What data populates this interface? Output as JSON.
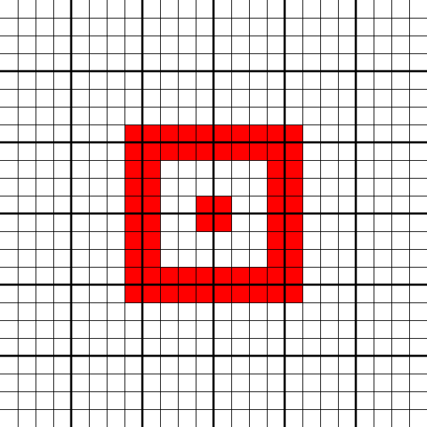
{
  "grid": {
    "cols": 24,
    "rows": 24,
    "major_every": 4,
    "background_color": "#ffffff",
    "line_color": "#000000"
  },
  "fill_color": "#ff0000",
  "filled_cells": [
    [
      7,
      7
    ],
    [
      8,
      7
    ],
    [
      9,
      7
    ],
    [
      10,
      7
    ],
    [
      11,
      7
    ],
    [
      12,
      7
    ],
    [
      13,
      7
    ],
    [
      14,
      7
    ],
    [
      15,
      7
    ],
    [
      16,
      7
    ],
    [
      7,
      8
    ],
    [
      8,
      8
    ],
    [
      9,
      8
    ],
    [
      10,
      8
    ],
    [
      11,
      8
    ],
    [
      12,
      8
    ],
    [
      13,
      8
    ],
    [
      14,
      8
    ],
    [
      15,
      8
    ],
    [
      16,
      8
    ],
    [
      7,
      9
    ],
    [
      8,
      9
    ],
    [
      15,
      9
    ],
    [
      16,
      9
    ],
    [
      7,
      10
    ],
    [
      8,
      10
    ],
    [
      15,
      10
    ],
    [
      16,
      10
    ],
    [
      7,
      11
    ],
    [
      8,
      11
    ],
    [
      11,
      11
    ],
    [
      12,
      11
    ],
    [
      15,
      11
    ],
    [
      16,
      11
    ],
    [
      7,
      12
    ],
    [
      8,
      12
    ],
    [
      11,
      12
    ],
    [
      12,
      12
    ],
    [
      15,
      12
    ],
    [
      16,
      12
    ],
    [
      7,
      13
    ],
    [
      8,
      13
    ],
    [
      15,
      13
    ],
    [
      16,
      13
    ],
    [
      7,
      14
    ],
    [
      8,
      14
    ],
    [
      15,
      14
    ],
    [
      16,
      14
    ],
    [
      7,
      15
    ],
    [
      8,
      15
    ],
    [
      9,
      15
    ],
    [
      10,
      15
    ],
    [
      11,
      15
    ],
    [
      12,
      15
    ],
    [
      13,
      15
    ],
    [
      14,
      15
    ],
    [
      15,
      15
    ],
    [
      16,
      15
    ],
    [
      7,
      16
    ],
    [
      8,
      16
    ],
    [
      9,
      16
    ],
    [
      10,
      16
    ],
    [
      11,
      16
    ],
    [
      12,
      16
    ],
    [
      13,
      16
    ],
    [
      14,
      16
    ],
    [
      15,
      16
    ],
    [
      16,
      16
    ]
  ]
}
